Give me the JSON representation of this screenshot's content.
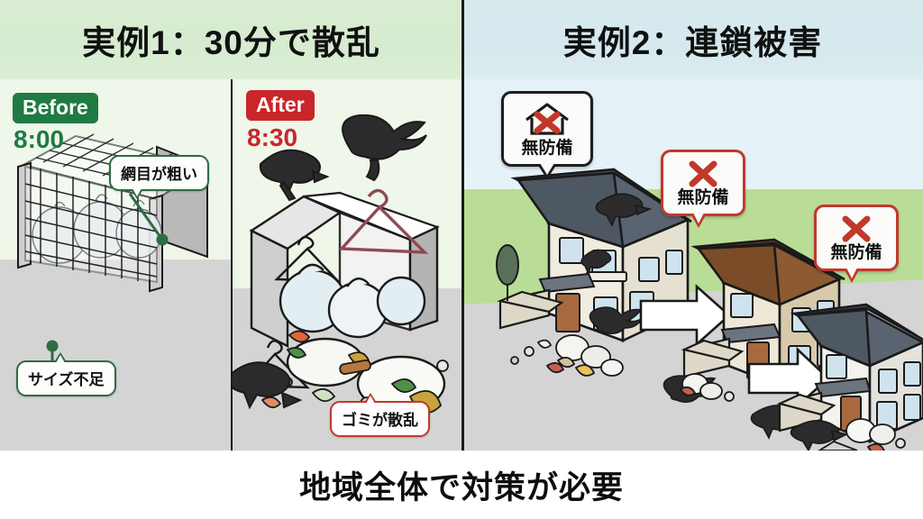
{
  "headers": {
    "left_title": "実例1：30分で散乱",
    "right_title": "実例2：連鎖被害"
  },
  "before": {
    "badge": "Before",
    "time": "8:00",
    "callout_mesh": "網目が粗い",
    "callout_size": "サイズ不足"
  },
  "after": {
    "badge": "After",
    "time": "8:30",
    "callout_trash": "ゴミが散乱"
  },
  "right_panel": {
    "warnings": [
      {
        "label": "無防備",
        "icon": "house-x-icon",
        "style": "dark"
      },
      {
        "label": "無防備",
        "icon": "x-mark-icon",
        "style": "red"
      },
      {
        "label": "無防備",
        "icon": "x-mark-icon",
        "style": "red"
      }
    ]
  },
  "footer": {
    "caption": "地域全体で対策が必要"
  },
  "colors": {
    "header_left_bg": "#d9ecd2",
    "header_right_bg": "#d7e9ed",
    "before_green": "#1f7a44",
    "after_red": "#c9262b",
    "warning_red": "#c0392b",
    "grass": "#b9dd96",
    "road": "#d4d4d4",
    "divider": "#1a1a1a"
  }
}
